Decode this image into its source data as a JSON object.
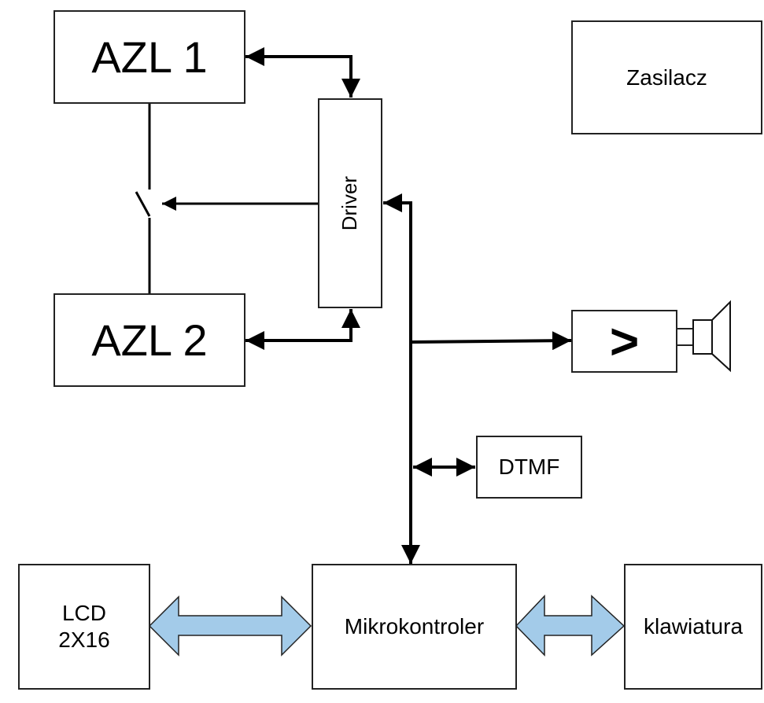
{
  "diagram": {
    "type": "block-diagram",
    "blocks": {
      "azl1": "AZL 1",
      "azl2": "AZL 2",
      "driver": "Driver",
      "zasilacz": "Zasilacz",
      "amplifier": ">",
      "dtmf": "DTMF",
      "lcd_line1": "LCD",
      "lcd_line2": "2X16",
      "mikrokontroler": "Mikrokontroler",
      "klawiatura": "klawiatura"
    },
    "connections": [
      {
        "from": "Driver",
        "to": "AZL 1",
        "kind": "bidirectional"
      },
      {
        "from": "Driver",
        "to": "AZL 2",
        "kind": "bidirectional"
      },
      {
        "from": "Driver",
        "to": "switch",
        "kind": "directed"
      },
      {
        "from": "AZL 1",
        "to": "AZL 2",
        "kind": "line-via-switch"
      },
      {
        "from": "Mikrokontroler",
        "to": "Driver",
        "kind": "directed-bus"
      },
      {
        "from": "bus",
        "to": ">",
        "kind": "directed"
      },
      {
        "from": "bus",
        "to": "DTMF",
        "kind": "bidirectional"
      },
      {
        "from": "bus",
        "to": "Mikrokontroler",
        "kind": "directed"
      },
      {
        "from": "LCD 2X16",
        "to": "Mikrokontroler",
        "kind": "wide-bidirectional"
      },
      {
        "from": "Mikrokontroler",
        "to": "klawiatura",
        "kind": "wide-bidirectional"
      },
      {
        "from": ">",
        "to": "speaker",
        "kind": "line"
      }
    ],
    "colors": {
      "line": "#000000",
      "box_border": "#222222",
      "wide_arrow_fill": "#a3cbe9",
      "wide_arrow_stroke": "#222222"
    }
  }
}
